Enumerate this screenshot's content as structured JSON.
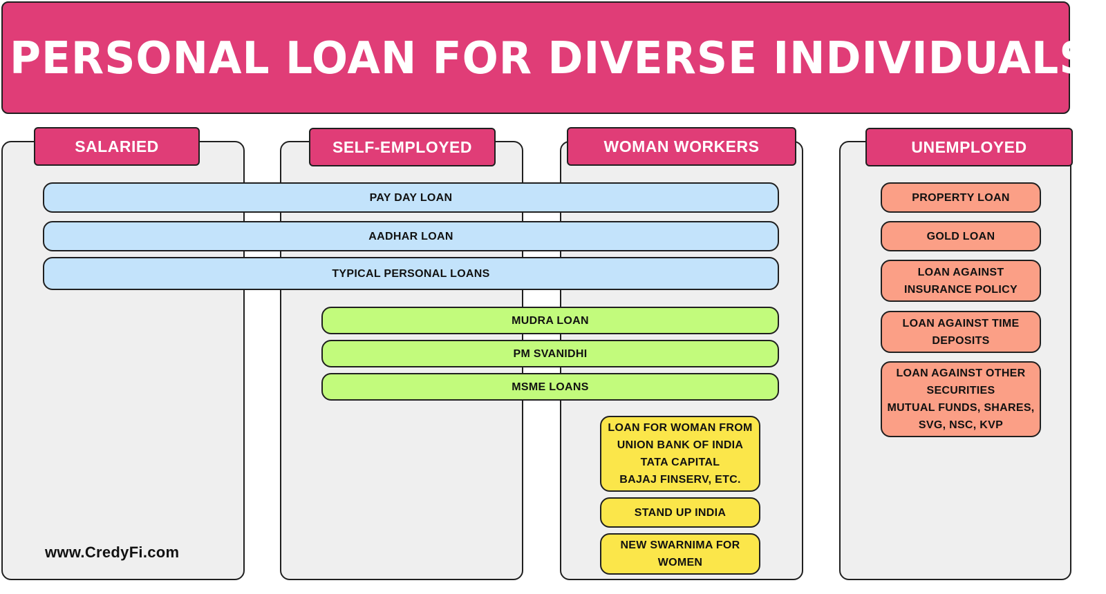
{
  "title": "PERSONAL LOAN FOR DIVERSE INDIVIDUALS",
  "colors": {
    "banner": "#e03d77",
    "column_bg": "#efefef",
    "shared_loans": "#c3e3fb",
    "business_loans": "#c2fb7c",
    "women_loans": "#fbe64a",
    "secured_loans": "#fb9f86"
  },
  "columns": [
    {
      "label": "SALARIED"
    },
    {
      "label": "SELF-EMPLOYED"
    },
    {
      "label": "WOMAN WORKERS"
    },
    {
      "label": "UNEMPLOYED"
    }
  ],
  "shared_loans": [
    {
      "label": "PAY DAY LOAN"
    },
    {
      "label": "AADHAR LOAN"
    },
    {
      "label": "TYPICAL PERSONAL LOANS"
    }
  ],
  "business_loans": [
    {
      "label": "MUDRA LOAN"
    },
    {
      "label": "PM SVANIDHI"
    },
    {
      "label": "MSME LOANS"
    }
  ],
  "women_loans": [
    {
      "lines": [
        "LOAN FOR WOMAN FROM",
        "UNION BANK OF INDIA",
        "TATA CAPITAL",
        "BAJAJ FINSERV, ETC."
      ]
    },
    {
      "lines": [
        "STAND UP INDIA"
      ]
    },
    {
      "lines": [
        "NEW SWARNIMA FOR",
        "WOMEN"
      ]
    }
  ],
  "unemployed_loans": [
    {
      "lines": [
        "PROPERTY LOAN"
      ]
    },
    {
      "lines": [
        "GOLD LOAN"
      ]
    },
    {
      "lines": [
        "LOAN AGAINST",
        "INSURANCE POLICY"
      ]
    },
    {
      "lines": [
        "LOAN AGAINST TIME",
        "DEPOSITS"
      ]
    },
    {
      "lines": [
        "LOAN AGAINST OTHER",
        "SECURITIES",
        "MUTUAL FUNDS, SHARES,",
        "SVG, NSC, KVP"
      ]
    }
  ],
  "website": "www.CredyFi.com"
}
